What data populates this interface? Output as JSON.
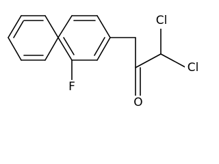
{
  "molecule": {
    "atoms": {
      "fluorine": "F",
      "oxygen": "O",
      "chlorine_1": "Cl",
      "chlorine_2": "Cl"
    },
    "colors": {
      "bond": "#000000",
      "label": "#000000",
      "background": "#ffffff"
    }
  }
}
